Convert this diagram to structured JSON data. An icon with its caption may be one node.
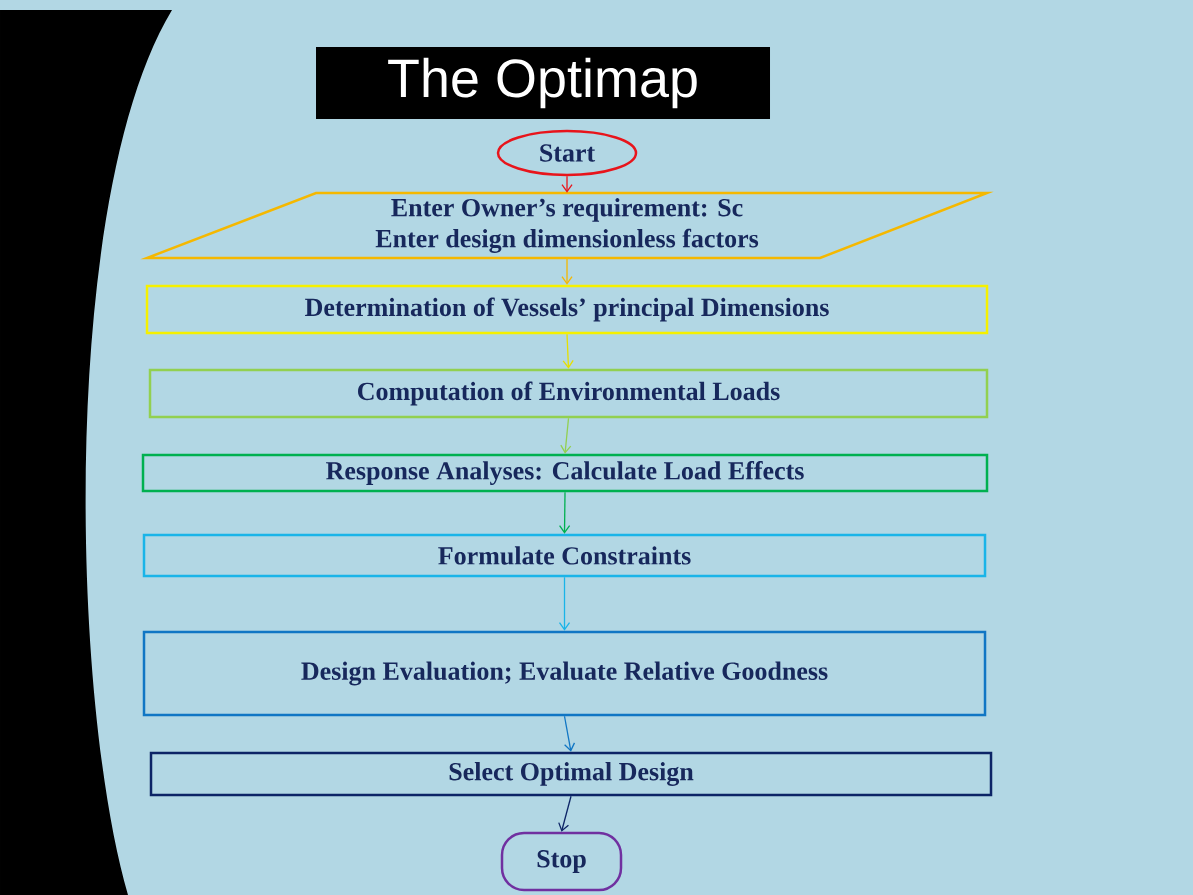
{
  "diagram": {
    "title": "The Optimap",
    "nodes": [
      {
        "text": [
          "Start"
        ]
      },
      {
        "text": [
          "Enter Owner’s requirement:  Sc",
          "Enter design dimensionless factors"
        ]
      },
      {
        "text": [
          "Determination of Vessels’ principal Dimensions"
        ]
      },
      {
        "text": [
          "Computation of Environmental Loads"
        ]
      },
      {
        "text": [
          "Response Analyses: Calculate Load Effects"
        ]
      },
      {
        "text": [
          "Formulate Constraints"
        ]
      },
      {
        "text": [
          "Design Evaluation; Evaluate Relative Goodness"
        ]
      },
      {
        "text": [
          "Select Optimal Design"
        ]
      },
      {
        "text": [
          "Stop"
        ]
      }
    ],
    "edges": [
      {
        "from": 0,
        "to": 1,
        "arrow": "to",
        "color": "#e8141b"
      },
      {
        "from": 1,
        "to": 2,
        "arrow": "to",
        "color": "#f5b800"
      },
      {
        "from": 2,
        "to": 3,
        "arrow": "to",
        "color": "#e6e000"
      },
      {
        "from": 3,
        "to": 4,
        "arrow": "to",
        "color": "#92d050"
      },
      {
        "from": 4,
        "to": 5,
        "arrow": "to",
        "color": "#00b050"
      },
      {
        "from": 5,
        "to": 6,
        "arrow": "to",
        "color": "#1ab4e8"
      },
      {
        "from": 6,
        "to": 7,
        "arrow": "to",
        "color": "#1076c4"
      },
      {
        "from": 7,
        "to": 8,
        "arrow": "to",
        "color": "#0c2466"
      }
    ]
  }
}
